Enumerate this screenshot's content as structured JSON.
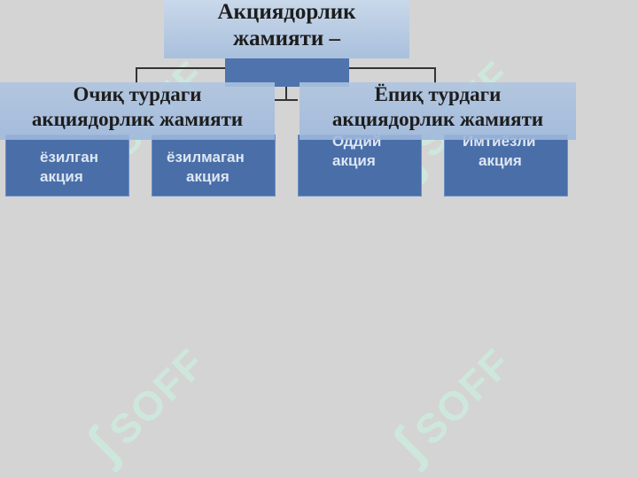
{
  "root": {
    "line1": "Акциядорлик",
    "line2": "жамияти –"
  },
  "branches": [
    {
      "line1": "Очиқ турдаги",
      "line2": "акциядорлик жамияти"
    },
    {
      "line1": "Ёпиқ турдаги",
      "line2": "акциядорлик жамияти"
    }
  ],
  "leaves": [
    {
      "line1": "ёзилган",
      "line2": "акция"
    },
    {
      "line1": "ёзилмаган",
      "line2": "акция"
    },
    {
      "line1": "Оддий",
      "line2": "акция"
    },
    {
      "line1": "Имтиёзли",
      "line2": "акция"
    }
  ],
  "watermark": "SOFF",
  "colors": {
    "background": "#d4d4d4",
    "root": "#bccce2",
    "band": "#a8bfdd",
    "leaf": "#4a6ea8"
  }
}
